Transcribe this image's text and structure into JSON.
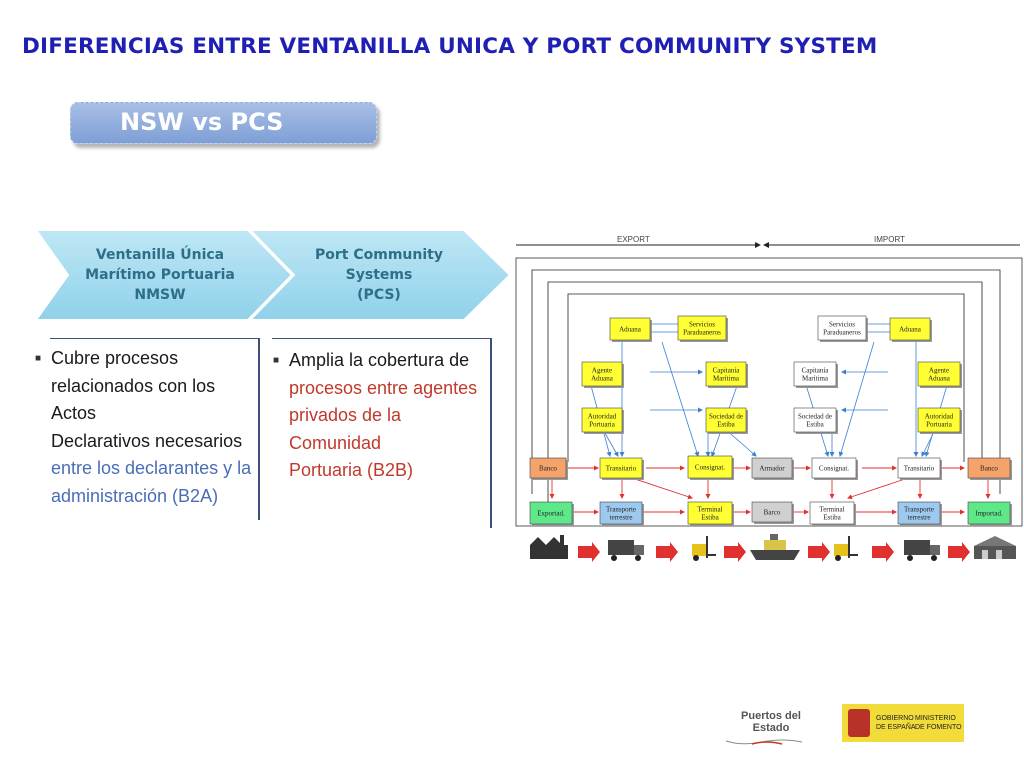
{
  "slide": {
    "title": "DIFERENCIAS ENTRE VENTANILLA UNICA Y PORT COMMUNITY SYSTEM",
    "subtitle": "NSW vs PCS"
  },
  "chevrons": [
    {
      "lines": [
        "Ventanilla Única",
        "Marítimo Portuaria",
        "NMSW"
      ]
    },
    {
      "lines": [
        "Port Community",
        "Systems",
        "(PCS)"
      ]
    }
  ],
  "left_column": {
    "black_lines": [
      "Cubre procesos",
      "relacionados con los Actos",
      "Declarativos necesarios"
    ],
    "blue_lines": [
      "entre los declarantes y  la",
      "administración (B2A)"
    ]
  },
  "right_column": {
    "black_lines": [
      "Amplia la cobertura de"
    ],
    "red_lines": [
      "procesos entre agentes",
      "privados de la Comunidad",
      "Portuaria (B2B)"
    ]
  },
  "diagram": {
    "export_label": "EXPORT",
    "import_label": "IMPORT",
    "boxes": {
      "aduana_l": [
        "Aduana"
      ],
      "servicios_l": [
        "Servicios",
        "Paraduaneros"
      ],
      "agente_l": [
        "Agente",
        "Aduana"
      ],
      "capitania_l": [
        "Capitanía",
        "Marítima"
      ],
      "autoridad_l": [
        "Autoridad",
        "Portuaria"
      ],
      "sociedad_l": [
        "Sociedad de",
        "Estiba"
      ],
      "banco_l": [
        "Banco"
      ],
      "transitario_l": [
        "Transitario"
      ],
      "consignat_l": [
        "Consignat."
      ],
      "armador": [
        "Armador"
      ],
      "exportad": [
        "Exportad."
      ],
      "transporte_l": [
        "Transporte",
        "terrestre"
      ],
      "terminal_l": [
        "Terminal",
        "Estiba"
      ],
      "barco": [
        "Barco"
      ],
      "servicios_r": [
        "Servicios",
        "Paraduaneros"
      ],
      "aduana_r": [
        "Aduana"
      ],
      "capitania_r": [
        "Capitanía",
        "Marítima"
      ],
      "agente_r": [
        "Agente",
        "Aduana"
      ],
      "sociedad_r": [
        "Sociedad de",
        "Estiba"
      ],
      "autoridad_r": [
        "Autoridad",
        "Portuaria"
      ],
      "consignat_r": [
        "Consignat."
      ],
      "transitario_r": [
        "Transitario"
      ],
      "banco_r": [
        "Banco"
      ],
      "terminal_r": [
        "Terminal",
        "Estiba"
      ],
      "transporte_r": [
        "Transporte",
        "terrestre"
      ],
      "importad": [
        "Importad."
      ]
    },
    "colors": {
      "yellow": "#ffff33",
      "orange": "#f4a46a",
      "green": "#5ee88a",
      "lightblue": "#9ec9ef",
      "grey": "#d0d0d0",
      "white": "#ffffff",
      "arrow_red": "#e03030",
      "arrow_blue": "#3a7fd0"
    }
  },
  "footer": {
    "puertos_logo": "Puertos del Estado",
    "gobierno_logo": [
      "GOBIERNO",
      "DE ESPAÑA"
    ],
    "ministerio_logo": [
      "MINISTERIO",
      "DE FOMENTO"
    ]
  }
}
